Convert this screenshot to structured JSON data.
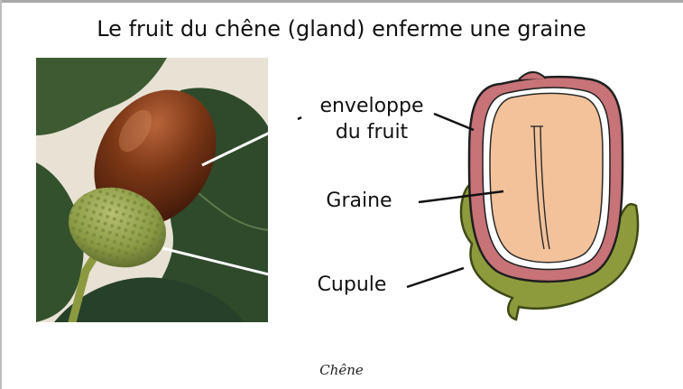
{
  "title": "Le fruit du chêne (gland) enferme une graine",
  "labels": {
    "envelope_line1": "enveloppe",
    "envelope_line2": "du fruit",
    "seed": "Graine",
    "cupule": "Cupule"
  },
  "caption": "Chêne",
  "colors": {
    "seed": "#f3c29a",
    "pericarp": "#c9757a",
    "cupule": "#8a9a3c",
    "acorn_brown": "#6a2f12",
    "leaf": "#2f4a2a"
  }
}
